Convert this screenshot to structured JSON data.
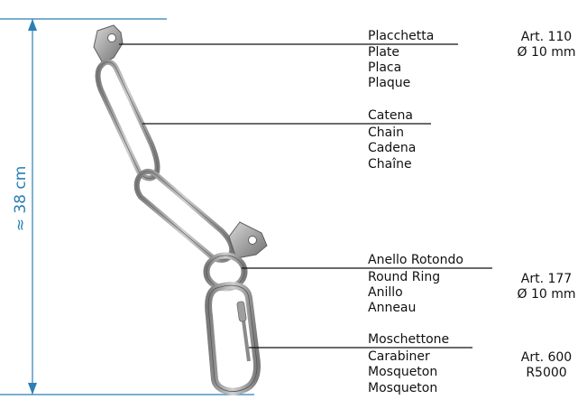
{
  "dimension": {
    "label": "≈ 38 cm",
    "color": "#2a7fb5"
  },
  "components": [
    {
      "id": "placchetta",
      "name_it": "Placchetta",
      "translations": [
        "Plate",
        "Placa",
        "Plaque"
      ],
      "article": [
        "Art. 110",
        "Ø 10 mm"
      ]
    },
    {
      "id": "catena",
      "name_it": "Catena",
      "translations": [
        "Chain",
        "Cadena",
        "Chaîne"
      ],
      "article": []
    },
    {
      "id": "anello",
      "name_it": "Anello Rotondo",
      "translations": [
        "Round Ring",
        "Anillo",
        "Anneau"
      ],
      "article": [
        "Art. 177",
        "Ø 10 mm"
      ]
    },
    {
      "id": "moschettone",
      "name_it": "Moschettone",
      "translations": [
        "Carabiner",
        "Mosqueton",
        "Mosqueton"
      ],
      "article": [
        "Art. 600",
        "R5000"
      ]
    }
  ]
}
